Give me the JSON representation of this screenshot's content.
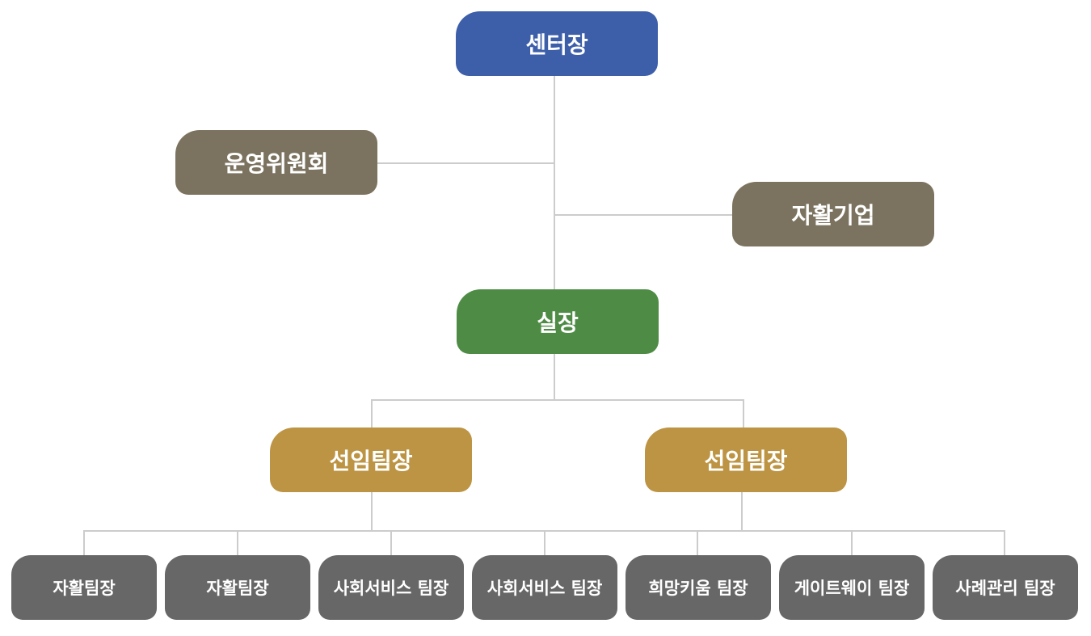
{
  "colors": {
    "director": "#3d5ea9",
    "committee": "#7b735f",
    "chief": "#4e8c45",
    "senior": "#bd9443",
    "team": "#676767",
    "connector": "#cccccc"
  },
  "org": {
    "director": "센터장",
    "committee": "운영위원회",
    "enterprise": "자활기업",
    "chief": "실장",
    "senior_leads": [
      "선임팀장",
      "선임팀장"
    ],
    "teams": [
      "자활팀장",
      "자활팀장",
      "사회서비스 팀장",
      "사회서비스 팀장",
      "희망키움 팀장",
      "게이트웨이 팀장",
      "사례관리 팀장"
    ]
  }
}
